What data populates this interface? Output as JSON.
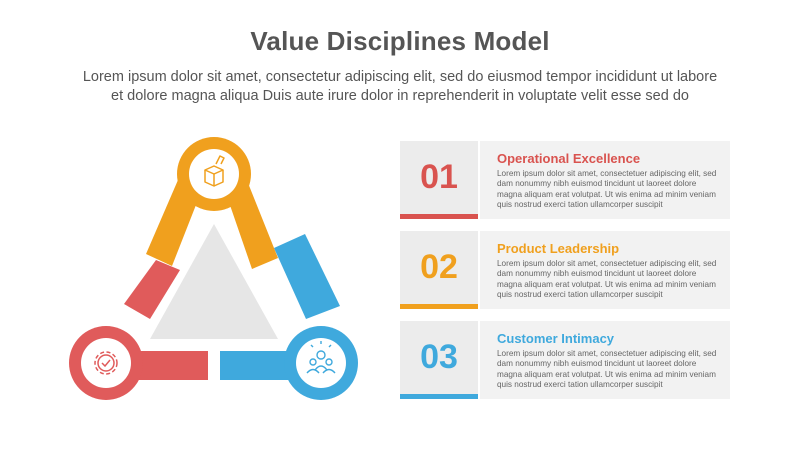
{
  "header": {
    "title": "Value Disciplines Model",
    "subtitle_line1": "Lorem ipsum dolor sit amet, consectetur adipiscing elit, sed do eiusmod tempor incididunt ut labore",
    "subtitle_line2": "et dolore magna aliqua Duis aute irure dolor in reprehenderit in voluptate velit esse sed do"
  },
  "colors": {
    "orange": "#f0a01e",
    "red": "#e05b5b",
    "blue": "#3fa9dd",
    "center_triangle": "#e6e6e6",
    "title_text": "#555555"
  },
  "diagram": {
    "nodes": [
      {
        "name": "top",
        "color": "orange",
        "icon": "package-hand-icon"
      },
      {
        "name": "bottom-left",
        "color": "red",
        "icon": "gear-check-icon"
      },
      {
        "name": "bottom-right",
        "color": "blue",
        "icon": "team-idea-icon"
      }
    ]
  },
  "items": [
    {
      "number": "01",
      "title": "Operational Excellence",
      "color": "#d9534f",
      "text_lines": [
        "Lorem ipsum dolor sit amet, consectetuer adipiscing elit, sed",
        "dam nonummy nibh euismod tincidunt ut laoreet dolore",
        "magna aliquam erat volutpat. Ut wis enima ad minim veniam",
        "quis nostrud exerci tation ullamcorper suscipit"
      ]
    },
    {
      "number": "02",
      "title": "Product Leadership",
      "color": "#f0a01e",
      "text_lines": [
        "Lorem ipsum dolor sit amet, consectetuer adipiscing elit, sed",
        "dam nonummy nibh euismod tincidunt ut laoreet dolore",
        "magna aliquam erat volutpat. Ut wis enima ad minim veniam",
        "quis nostrud exerci tation ullamcorper suscipit"
      ]
    },
    {
      "number": "03",
      "title": "Customer Intimacy",
      "color": "#3fa9dd",
      "text_lines": [
        "Lorem ipsum dolor sit amet, consectetuer adipiscing elit, sed",
        "dam nonummy nibh euismod tincidunt ut laoreet dolore",
        "magna aliquam erat volutpat. Ut wis enima ad minim veniam",
        "quis nostrud exerci tation ullamcorper suscipit"
      ]
    }
  ]
}
